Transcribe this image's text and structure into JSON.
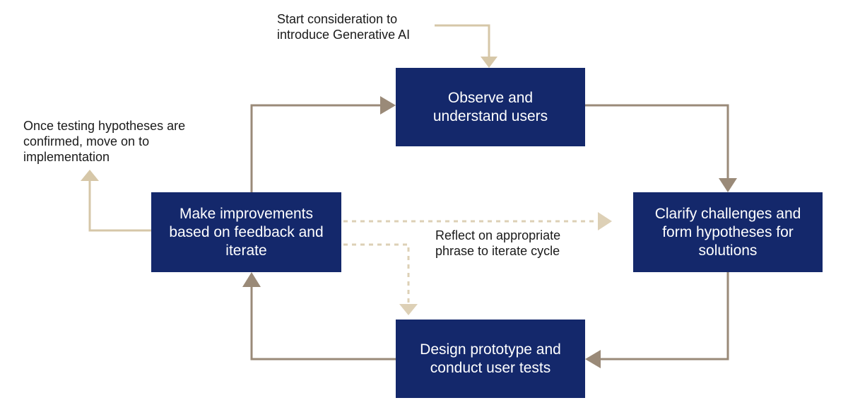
{
  "diagram": {
    "steps": {
      "observe": "Observe and\nunderstand users",
      "clarify": "Clarify challenges and\nform hypotheses for\nsolutions",
      "design": "Design prototype and\nconduct user tests",
      "improve": "Make improvements\nbased on feedback and\niterate"
    },
    "notes": {
      "start": "Start consideration to\nintroduce Generative AI",
      "implementation": "Once testing hypotheses are\nconfirmed, move on to\nimplementation",
      "reflect": "Reflect on appropriate\nphrase to iterate cycle"
    },
    "colors": {
      "box": "#14286b",
      "cycle_arrow": "#9a8a78",
      "entry_arrow": "#d6c7a8",
      "dotted_arrow": "#ddd0b6"
    }
  }
}
